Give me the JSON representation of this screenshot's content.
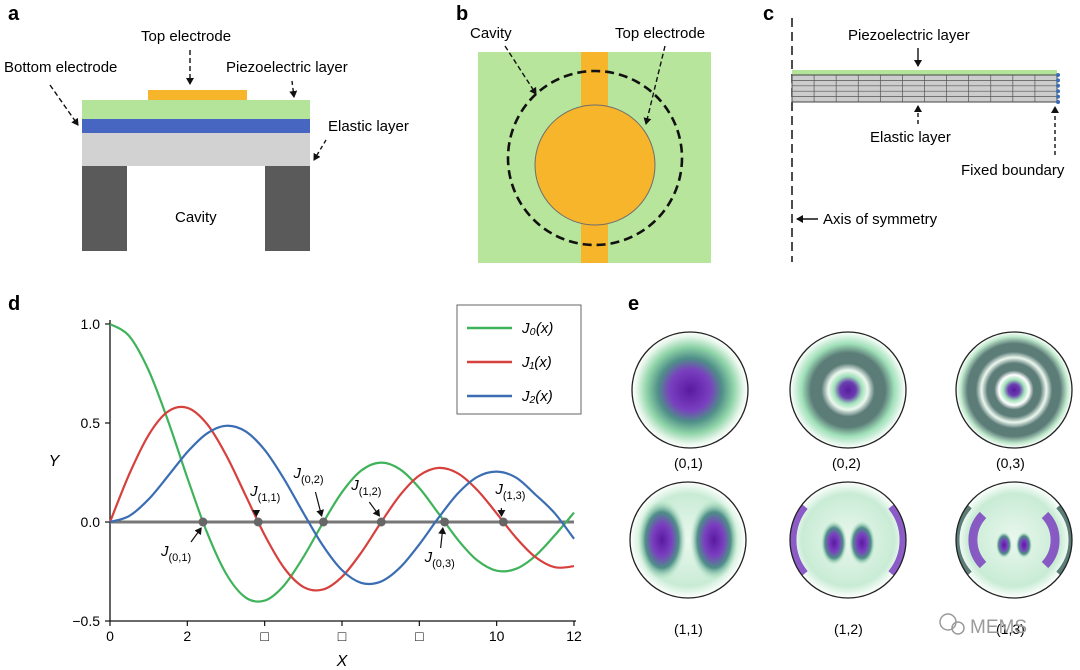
{
  "panels": {
    "a": {
      "letter": "a",
      "top_electrode": "Top electrode",
      "bottom_electrode": "Bottom electrode",
      "piezo_layer": "Piezoelectric layer",
      "elastic_layer": "Elastic layer",
      "cavity": "Cavity",
      "colors": {
        "top_electrode": "#f7b52c",
        "piezo": "#b4e39a",
        "bottom_electrode": "#4766c2",
        "elastic": "#d2d2d2",
        "support": "#5a5a5a"
      }
    },
    "b": {
      "letter": "b",
      "cavity": "Cavity",
      "top_electrode": "Top electrode",
      "colors": {
        "background": "#b8e59c",
        "electrode": "#f7b52c"
      }
    },
    "c": {
      "letter": "c",
      "piezo_layer": "Piezoelectric layer",
      "elastic_layer": "Elastic layer",
      "fixed_boundary": "Fixed boundary",
      "axis": "Axis of symmetry"
    },
    "d": {
      "letter": "d",
      "x_label": "X",
      "y_label": "Y",
      "zero_labels": [
        {
          "base": "J",
          "sub": "(0,1)",
          "x": 2.405
        },
        {
          "base": "J",
          "sub": "(1,1)",
          "x": 3.832
        },
        {
          "base": "J",
          "sub": "(0,2)",
          "x": 5.52
        },
        {
          "base": "J",
          "sub": "(1,2)",
          "x": 7.016
        },
        {
          "base": "J",
          "sub": "(0,3)",
          "x": 8.654
        },
        {
          "base": "J",
          "sub": "(1,3)",
          "x": 10.173
        }
      ],
      "x_tick_labels": [
        "0",
        "2",
        "□",
        "□",
        "□",
        "10",
        "12"
      ]
    },
    "e": {
      "letter": "e",
      "modes": [
        "(0,1)",
        "(0,2)",
        "(0,3)",
        "(1,1)",
        "(1,2)",
        "(1,3)"
      ]
    }
  },
  "watermark": "MEMS",
  "chart_data": {
    "type": "line",
    "title": "",
    "xlabel": "X",
    "ylabel": "Y",
    "xlim": [
      0,
      12
    ],
    "ylim": [
      -0.5,
      1.0
    ],
    "x_ticks": [
      0,
      2,
      4,
      6,
      8,
      10,
      12
    ],
    "y_ticks": [
      -0.5,
      0.0,
      0.5,
      1.0
    ],
    "y_tick_labels": [
      "−0.5",
      "0.0",
      "0.5",
      "1.0"
    ],
    "legend_position": "top-right",
    "x": [
      0,
      0.5,
      1,
      1.5,
      2,
      2.5,
      3,
      3.5,
      4,
      4.5,
      5,
      5.5,
      6,
      6.5,
      7,
      7.5,
      8,
      8.5,
      9,
      9.5,
      10,
      10.5,
      11,
      11.5,
      12
    ],
    "series": [
      {
        "name": "J0(x)",
        "legend": "J₀(x)",
        "color": "#3fb35a",
        "values": [
          1.0,
          0.9385,
          0.7652,
          0.5118,
          0.2239,
          -0.0484,
          -0.2601,
          -0.3801,
          -0.3971,
          -0.3205,
          -0.1776,
          -0.0068,
          0.1506,
          0.2601,
          0.3001,
          0.2663,
          0.1717,
          0.0419,
          -0.0903,
          -0.1939,
          -0.2459,
          -0.2366,
          -0.1712,
          -0.0677,
          0.0477
        ]
      },
      {
        "name": "J1(x)",
        "legend": "J₁(x)",
        "color": "#d6403d",
        "values": [
          0.0,
          0.2423,
          0.4401,
          0.5579,
          0.5767,
          0.4971,
          0.3391,
          0.1374,
          -0.066,
          -0.2311,
          -0.3276,
          -0.3414,
          -0.2767,
          -0.1538,
          -0.0047,
          0.1352,
          0.2346,
          0.2731,
          0.2453,
          0.1613,
          0.0435,
          -0.0789,
          -0.1768,
          -0.2284,
          -0.2234
        ]
      },
      {
        "name": "J2(x)",
        "legend": "J₂(x)",
        "color": "#3b6db3",
        "values": [
          0.0,
          0.0306,
          0.1149,
          0.2321,
          0.3528,
          0.4461,
          0.4861,
          0.4586,
          0.3641,
          0.2178,
          0.0466,
          -0.1173,
          -0.2429,
          -0.3074,
          -0.3014,
          -0.2303,
          -0.113,
          0.0223,
          0.1448,
          0.2279,
          0.2546,
          0.2241,
          0.139,
          0.0443,
          -0.0849
        ]
      }
    ]
  }
}
